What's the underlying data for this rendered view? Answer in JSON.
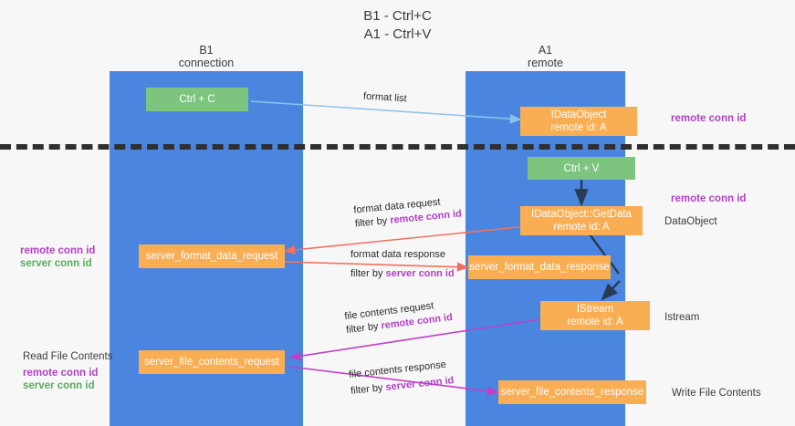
{
  "title": {
    "line1": "B1 - Ctrl+C",
    "line2": "A1 - Ctrl+V"
  },
  "columns": [
    {
      "name": "B1",
      "sub": "connection"
    },
    {
      "name": "A1",
      "sub": "remote"
    }
  ],
  "colors": {
    "lane": "#4a86e0",
    "green_node": "#7dc57f",
    "orange_node": "#f9ae54",
    "purple_text": "#b141c4",
    "green_text": "#5aab5d",
    "arrow_blue": "#8ec2ee",
    "arrow_red": "#f2705e",
    "arrow_magenta": "#c13fc6",
    "arrow_dark": "#2b3a55",
    "separator": "#2f2f2f"
  },
  "nodes": {
    "ctrl_c": {
      "label": "Ctrl + C",
      "sub": ""
    },
    "idataobject": {
      "label": "IDataObject",
      "sub": "remote id: A"
    },
    "ctrl_v": {
      "label": "Ctrl + V",
      "sub": ""
    },
    "getdata": {
      "label": "IDataObject::GetData",
      "sub": "remote id: A"
    },
    "server_format_data_request": {
      "label": "server_format_data_request",
      "sub": ""
    },
    "server_format_data_response": {
      "label": "server_format_data_response",
      "sub": ""
    },
    "istream": {
      "label": "IStream",
      "sub": "remote id: A"
    },
    "server_file_contents_request": {
      "label": "server_file_contents_request",
      "sub": ""
    },
    "server_file_contents_response": {
      "label": "server_file_contents_response",
      "sub": ""
    }
  },
  "edge_labels": {
    "format_list": "format list",
    "format_data_request": "format data request",
    "format_data_request_filter_prefix": "filter by ",
    "format_data_request_filter_token": "remote conn id",
    "format_data_response": "format data response",
    "format_data_response_filter_prefix": "filter by ",
    "format_data_response_filter_token": "server conn id",
    "file_contents_request": "file contents request",
    "file_contents_request_filter_prefix": "filter by ",
    "file_contents_request_filter_token": "remote conn id",
    "file_contents_response": "file contents response",
    "file_contents_response_filter_prefix": "filter by ",
    "file_contents_response_filter_token": "server conn id"
  },
  "right_labels": {
    "remote_conn_id_top": "remote conn id",
    "remote_conn_id_mid": "remote conn id",
    "dataobject": "DataObject",
    "istream": "Istream",
    "write_file_contents": "Write File Contents"
  },
  "left_labels": {
    "remote_conn_id": "remote conn id",
    "server_conn_id": "server conn id",
    "read_file_contents": "Read File Contents",
    "remote_conn_id_2": "remote conn id",
    "server_conn_id_2": "server conn id"
  }
}
